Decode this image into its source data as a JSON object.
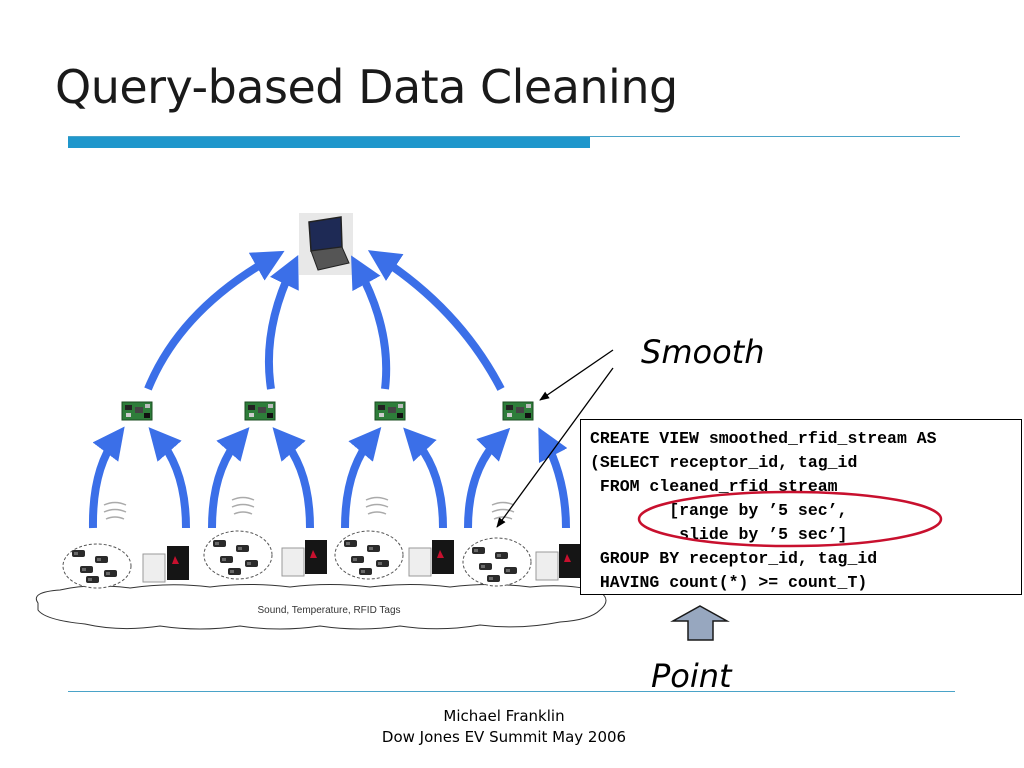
{
  "slide": {
    "title": "Query-based Data Cleaning"
  },
  "diagram": {
    "cloud_label": "Sound, Temperature, RFID Tags",
    "smooth_label": "Smooth",
    "point_label": "Point",
    "arrow_color": "#3b6fe8",
    "ellipse_color": "#c8102e"
  },
  "code": {
    "lines": [
      "CREATE VIEW smoothed_rfid_stream AS",
      "(SELECT receptor_id, tag_id",
      " FROM cleaned_rfid_stream",
      "        [range by ’5 sec’,",
      "         slide by ’5 sec’]",
      " GROUP BY receptor_id, tag_id",
      " HAVING count(*) >= count_T)"
    ]
  },
  "footer": {
    "author": "Michael Franklin",
    "event": "Dow Jones EV Summit May 2006"
  },
  "theme": {
    "accent": "#1f97cc"
  }
}
